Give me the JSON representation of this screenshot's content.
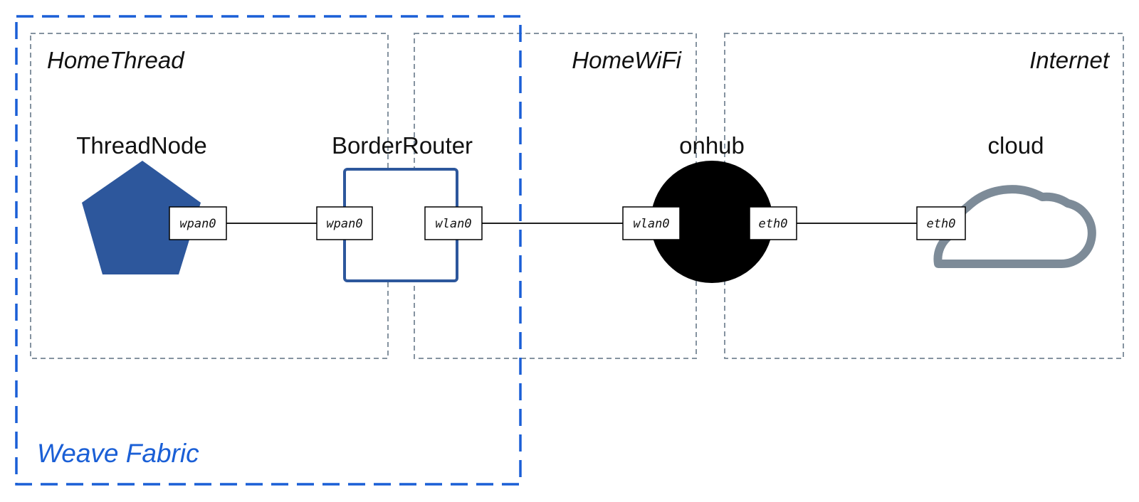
{
  "colors": {
    "fabric": "#1a5fd6",
    "network_border": "#8593a0",
    "thread_node": "#2d579c",
    "border_router": "#2d579c",
    "onhub": "#000000",
    "cloud": "#7d8b98"
  },
  "networks": {
    "home_thread": "HomeThread",
    "home_wifi": "HomeWiFi",
    "internet": "Internet"
  },
  "fabric": {
    "label": "Weave Fabric"
  },
  "nodes": {
    "thread_node": {
      "label": "ThreadNode",
      "shape": "pentagon",
      "iface": "wpan0"
    },
    "border_router": {
      "label": "BorderRouter",
      "shape": "square",
      "iface_left": "wpan0",
      "iface_right": "wlan0"
    },
    "onhub": {
      "label": "onhub",
      "shape": "circle",
      "iface_left": "wlan0",
      "iface_right": "eth0"
    },
    "cloud": {
      "label": "cloud",
      "shape": "cloud-icon",
      "iface": "eth0"
    }
  }
}
